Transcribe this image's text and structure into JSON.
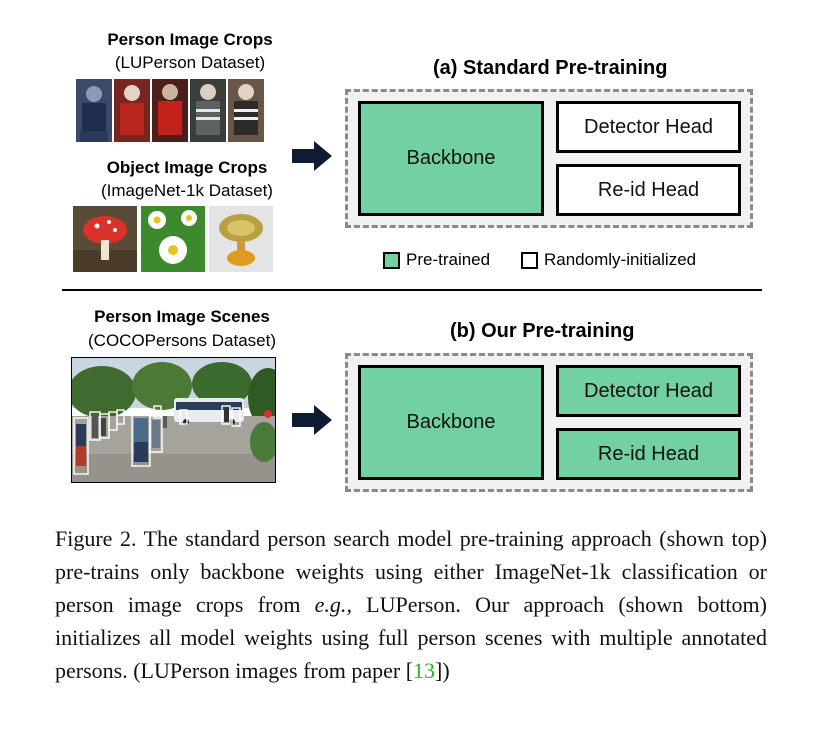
{
  "top_sources": {
    "person_crops_title": "Person Image Crops",
    "person_crops_dataset": "(LUPerson Dataset)",
    "object_crops_title": "Object Image Crops",
    "object_crops_dataset": "(ImageNet-1k Dataset)"
  },
  "bottom_source": {
    "scenes_title": "Person Image Scenes",
    "scenes_dataset": "(COCOPersons Dataset)"
  },
  "panel_a": {
    "title": "(a) Standard Pre-training",
    "backbone": "Backbone",
    "detector_head": "Detector Head",
    "reid_head": "Re-id Head"
  },
  "panel_b": {
    "title": "(b) Our Pre-training",
    "backbone": "Backbone",
    "detector_head": "Detector Head",
    "reid_head": "Re-id Head"
  },
  "legend": {
    "pretrained": "Pre-trained",
    "random_init": "Randomly-initialized"
  },
  "colors": {
    "pretrained": "#73d0a1",
    "random_init": "#ffffff",
    "frame": "#8a8a8a",
    "citation": "#22b522"
  },
  "caption": {
    "part1": "Figure 2.  The standard person search model pre-training approach (shown top) pre-trains only backbone weights using either ImageNet-1k classification or person image crops from ",
    "eg": "e.g.",
    "part2": ", LUPerson. Our approach (shown bottom) initializes all model weights using full person scenes with multiple annotated persons. (LUPerson images from paper [",
    "ref": "13",
    "part3": "])"
  }
}
